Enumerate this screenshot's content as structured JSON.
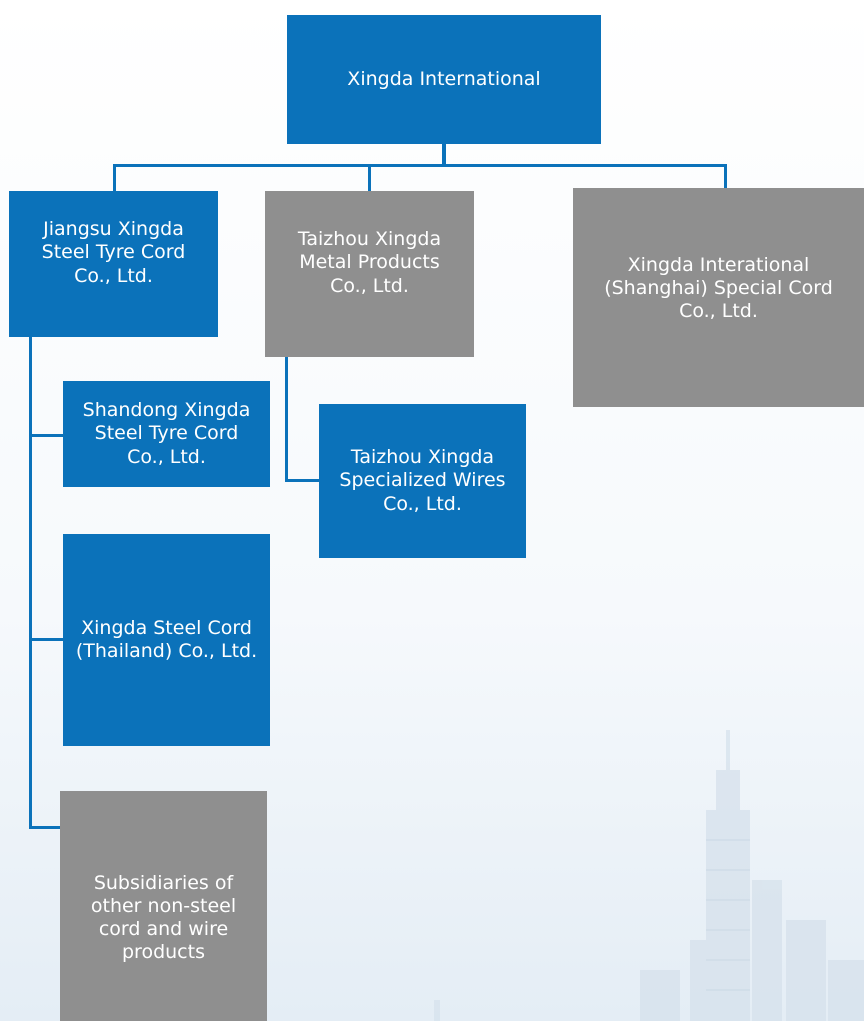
{
  "colors": {
    "blue": "#0b72ba",
    "gray": "#8f8f8f",
    "connector": "#0b72ba"
  },
  "org_chart": {
    "root": {
      "label": "Xingda International"
    },
    "level1": [
      {
        "label": "Jiangsu Xingda\nSteel Tyre Cord\nCo., Ltd."
      },
      {
        "label": "Taizhou Xingda\nMetal Products\nCo., Ltd."
      },
      {
        "label": "Xingda Interational\n(Shanghai) Special Cord\nCo., Ltd."
      }
    ],
    "jiangsu_children": [
      {
        "label": "Shandong Xingda\nSteel Tyre Cord\nCo., Ltd."
      },
      {
        "label": "Xingda Steel Cord\n(Thailand) Co., Ltd."
      },
      {
        "label": "Subsidiaries of\nother non-steel\ncord and wire\nproducts"
      }
    ],
    "taizhou_children": [
      {
        "label": "Taizhou Xingda\nSpecialized Wires\nCo., Ltd."
      }
    ]
  }
}
